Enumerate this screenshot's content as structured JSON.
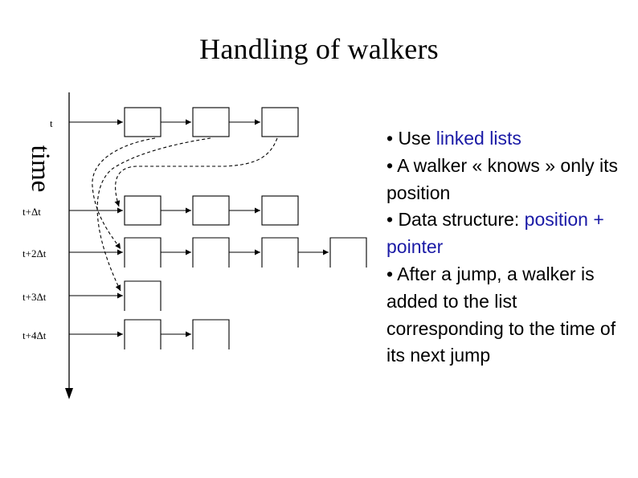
{
  "title": "Handling of walkers",
  "axis": {
    "label": "time",
    "ticks": [
      "t",
      "t+Δt",
      "t+2Δt",
      "t+3Δt",
      "t+4Δt"
    ]
  },
  "lists": [
    3,
    3,
    4,
    1,
    2
  ],
  "bullets": [
    {
      "parts": [
        {
          "text": "• Use "
        },
        {
          "text": "linked lists",
          "hl": true
        }
      ]
    },
    {
      "parts": [
        {
          "text": "• A walker « knows » only its position"
        }
      ]
    },
    {
      "parts": [
        {
          "text": "• Data structure: "
        },
        {
          "text": "position + pointer",
          "hl": true
        }
      ]
    },
    {
      "parts": [
        {
          "text": "• After a jump, a walker is added to the list corresponding to the time of its next jump"
        }
      ]
    }
  ],
  "colors": {
    "text": "#000000",
    "highlight": "#1a1aa6",
    "background": "#ffffff"
  }
}
